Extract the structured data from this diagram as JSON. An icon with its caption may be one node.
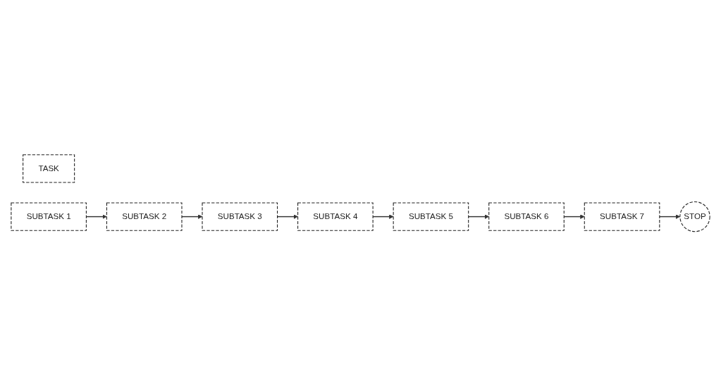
{
  "diagram": {
    "nodes": [
      {
        "text": [
          "TASK"
        ]
      },
      {
        "text": [
          "SUBTASK 1"
        ]
      },
      {
        "text": [
          "SUBTASK 2"
        ]
      },
      {
        "text": [
          "SUBTASK 3"
        ]
      },
      {
        "text": [
          "SUBTASK 4"
        ]
      },
      {
        "text": [
          "SUBTASK 5"
        ]
      },
      {
        "text": [
          "SUBTASK 6"
        ]
      },
      {
        "text": [
          "SUBTASK 7"
        ]
      },
      {
        "text": [
          "STOP"
        ]
      }
    ],
    "edges": [
      {
        "from": 1,
        "to": 2,
        "arrow": "to"
      },
      {
        "from": 2,
        "to": 3,
        "arrow": "to"
      },
      {
        "from": 3,
        "to": 4,
        "arrow": "to"
      },
      {
        "from": 4,
        "to": 5,
        "arrow": "to"
      },
      {
        "from": 5,
        "to": 6,
        "arrow": "to"
      },
      {
        "from": 6,
        "to": 7,
        "arrow": "to"
      },
      {
        "from": 7,
        "to": 8,
        "arrow": "to"
      }
    ]
  }
}
